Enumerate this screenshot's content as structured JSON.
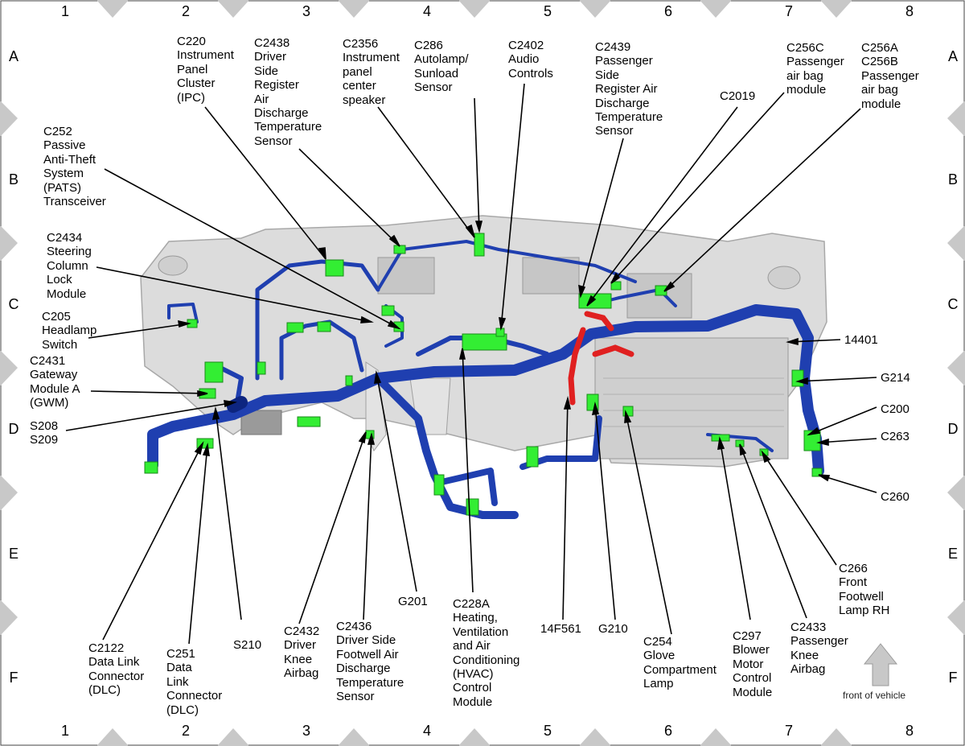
{
  "grid": {
    "columns": [
      "1",
      "2",
      "3",
      "4",
      "5",
      "6",
      "7",
      "8"
    ],
    "rows": [
      "A",
      "B",
      "C",
      "D",
      "E",
      "F"
    ]
  },
  "callouts": {
    "c220": "C220\nInstrument\nPanel\nCluster\n(IPC)",
    "c2438": "C2438\nDriver\nSide\nRegister\nAir\nDischarge\nTemperature\nSensor",
    "c2356": "C2356\nInstrument\npanel\ncenter\nspeaker",
    "c286": "C286\nAutolamp/\nSunload\nSensor",
    "c2402": "C2402\nAudio\nControls",
    "c2439": "C2439\nPassenger\nSide\nRegister Air\nDischarge\nTemperature\nSensor",
    "c2019": "C2019",
    "c256c": "C256C\nPassenger\nair bag\nmodule",
    "c256ab": "C256A\nC256B\nPassenger\nair bag\nmodule",
    "c252": "C252\nPassive\nAnti-Theft\nSystem\n(PATS)\nTransceiver",
    "c2434": "C2434\nSteering\nColumn\nLock\nModule",
    "c205": "C205\nHeadlamp\nSwitch",
    "c2431": "C2431\nGateway\nModule A\n(GWM)",
    "s208": "S208\nS209",
    "w14401": "14401",
    "g214": "G214",
    "c200": "C200",
    "c263": "C263",
    "c260": "C260",
    "c266": "C266\nFront\nFootwell\nLamp RH",
    "c2122": "C2122\nData Link\nConnector\n(DLC)",
    "c251": "C251\nData\nLink\nConnector\n(DLC)",
    "s210": "S210",
    "c2432": "C2432\nDriver\nKnee\nAirbag",
    "c2436": "C2436\nDriver Side\nFootwell Air\nDischarge\nTemperature\nSensor",
    "g201": "G201",
    "c228a": "C228A\nHeating,\nVentilation\nand Air\nConditioning\n(HVAC)\nControl\nModule",
    "f14f561": "14F561",
    "g210": "G210",
    "c254": "C254\nGlove\nCompartment\nLamp",
    "c297": "C297\nBlower\nMotor\nControl\nModule",
    "c2433": "C2433\nPassenger\nKnee\nAirbag"
  },
  "front_of_vehicle": "front of vehicle",
  "colors": {
    "harness": "#1f3fb0",
    "harness_dark": "#0d2580",
    "connector": "#33ee33",
    "red_branch": "#e02020",
    "panel": "#d7d7d7",
    "border_marker": "#c8c8c8",
    "arrow": "#c8c8c8"
  }
}
